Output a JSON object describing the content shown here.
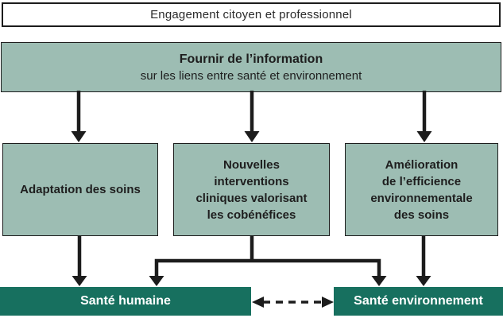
{
  "diagram": {
    "top_box": {
      "label": "Engagement citoyen et professionnel"
    },
    "info_box": {
      "title": "Fournir de l’information",
      "subtitle": "sur les liens entre santé et environnement"
    },
    "mid_boxes": [
      {
        "label": "Adaptation des soins"
      },
      {
        "label": "Nouvelles\ninterventions\ncliniques valorisant\nles cobénéfices"
      },
      {
        "label": "Amélioration\nde l’efficience\nenvironnementale\ndes soins"
      }
    ],
    "outcome_boxes": [
      {
        "label": "Santé humaine"
      },
      {
        "label": "Santé environnement"
      }
    ],
    "colors": {
      "box_fill": "#9dbdb3",
      "box_border": "#1c1c1c",
      "outcome_fill": "#17705f",
      "outcome_text": "#ffffff",
      "arrow": "#1c1c1c",
      "background": "#ffffff"
    }
  }
}
